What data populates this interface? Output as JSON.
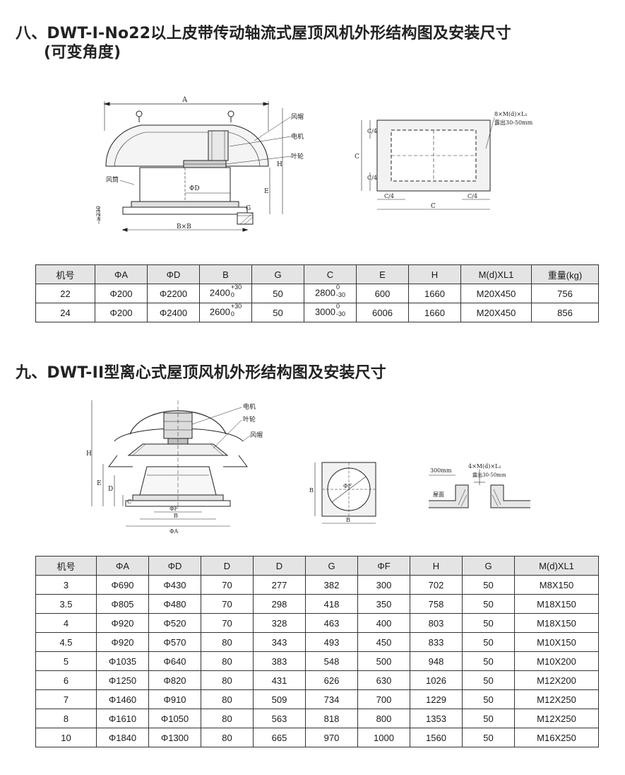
{
  "section1": {
    "title": "八、DWT-I-No22以上皮带传动轴流式屋顶风机外形结构图及安装尺寸",
    "subtitle": "(可变角度)",
    "figure_labels": {
      "a": "A",
      "h": "H",
      "e": "E",
      "phi_d": "ΦD",
      "g": "G",
      "bxb": "B×B",
      "dim230": "≥230",
      "fengmao": "风帽",
      "dianji": "电机",
      "yelun": "叶轮",
      "fengtong": "风筒",
      "c": "C",
      "c4": "C/4",
      "bolt_spec": "8×M(d)×L₁",
      "expose": "露出30-50mm"
    },
    "table": {
      "headers": [
        "机号",
        "ΦA",
        "ΦD",
        "B",
        "G",
        "C",
        "E",
        "H",
        "M(d)XL1",
        "重量(kg)"
      ],
      "rows": [
        {
          "no": "22",
          "a": "Φ200",
          "d": "Φ2200",
          "b": "2400",
          "b_up": "+30",
          "b_dn": "0",
          "g": "50",
          "c": "2800",
          "c_up": "0",
          "c_dn": "-30",
          "e": "600",
          "h": "1660",
          "m": "M20X450",
          "w": "756"
        },
        {
          "no": "24",
          "a": "Φ200",
          "d": "Φ2400",
          "b": "2600",
          "b_up": "+30",
          "b_dn": "0",
          "g": "50",
          "c": "3000",
          "c_up": "0",
          "c_dn": "-30",
          "e": "6006",
          "h": "1660",
          "m": "M20X450",
          "w": "856"
        }
      ]
    }
  },
  "section2": {
    "title": "九、DWT-II型离心式屋顶风机外形结构图及安装尺寸",
    "figure_labels": {
      "dianji": "电机",
      "yelun": "叶轮",
      "fengmao": "风帽",
      "h": "H",
      "e": "E",
      "d": "D",
      "c": "C",
      "phi_f": "ΦF",
      "b": "B",
      "phi_a": "ΦA",
      "dim300": "300mm",
      "bolt_spec": "4×M(d)×L₁",
      "expose": "露出30-50mm",
      "roof": "屋面"
    },
    "table": {
      "headers": [
        "机号",
        "ΦA",
        "ΦD",
        "D",
        "D",
        "G",
        "ΦF",
        "H",
        "G",
        "M(d)XL1"
      ],
      "rows": [
        [
          "3",
          "Φ690",
          "Φ430",
          "70",
          "277",
          "382",
          "300",
          "702",
          "50",
          "M8X150"
        ],
        [
          "3.5",
          "Φ805",
          "Φ480",
          "70",
          "298",
          "418",
          "350",
          "758",
          "50",
          "M18X150"
        ],
        [
          "4",
          "Φ920",
          "Φ520",
          "70",
          "328",
          "463",
          "400",
          "803",
          "50",
          "M18X150"
        ],
        [
          "4.5",
          "Φ920",
          "Φ570",
          "80",
          "343",
          "493",
          "450",
          "833",
          "50",
          "M10X150"
        ],
        [
          "5",
          "Φ1035",
          "Φ640",
          "80",
          "383",
          "548",
          "500",
          "948",
          "50",
          "M10X200"
        ],
        [
          "6",
          "Φ1250",
          "Φ820",
          "80",
          "431",
          "626",
          "630",
          "1026",
          "50",
          "M12X200"
        ],
        [
          "7",
          "Φ1460",
          "Φ910",
          "80",
          "509",
          "734",
          "700",
          "1229",
          "50",
          "M12X250"
        ],
        [
          "8",
          "Φ1610",
          "Φ1050",
          "80",
          "563",
          "818",
          "800",
          "1353",
          "50",
          "M12X250"
        ],
        [
          "10",
          "Φ1840",
          "Φ1300",
          "80",
          "665",
          "970",
          "1000",
          "1560",
          "50",
          "M16X250"
        ]
      ]
    }
  }
}
